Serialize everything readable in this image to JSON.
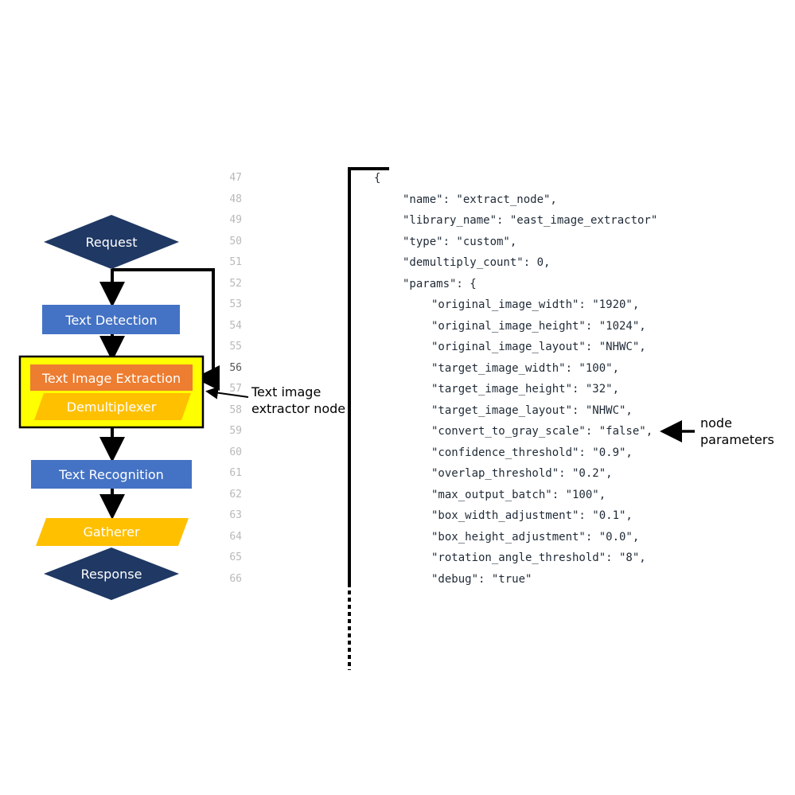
{
  "flowchart": {
    "nodes": {
      "request": "Request",
      "text_detection": "Text Detection",
      "text_image_extraction": "Text Image Extraction",
      "demultiplexer": "Demultiplexer",
      "text_recognition": "Text Recognition",
      "gatherer": "Gatherer",
      "response": "Response"
    },
    "annotations": {
      "extractor_node_line1": "Text image",
      "extractor_node_line2": "extractor node",
      "node_params_line1": "node",
      "node_params_line2": "parameters"
    },
    "colors": {
      "terminal": "#1f3864",
      "process": "#4472c4",
      "extraction": "#ed7d31",
      "parallelogram": "#ffc000",
      "highlight": "#ffff00"
    }
  },
  "code": {
    "active_line": "56",
    "lines": [
      {
        "n": "47",
        "text": "{"
      },
      {
        "n": "48",
        "text": "\"name\": \"extract_node\","
      },
      {
        "n": "49",
        "text": "\"library_name\": \"east_image_extractor\""
      },
      {
        "n": "50",
        "text": "\"type\": \"custom\","
      },
      {
        "n": "51",
        "text": "\"demultiply_count\": 0,"
      },
      {
        "n": "52",
        "text": "\"params\": {"
      },
      {
        "n": "53",
        "text": "\"original_image_width\": \"1920\","
      },
      {
        "n": "54",
        "text": "\"original_image_height\": \"1024\","
      },
      {
        "n": "55",
        "text": "\"original_image_layout\": \"NHWC\","
      },
      {
        "n": "56",
        "text": "\"target_image_width\": \"100\","
      },
      {
        "n": "57",
        "text": "\"target_image_height\": \"32\","
      },
      {
        "n": "58",
        "text": "\"target_image_layout\": \"NHWC\","
      },
      {
        "n": "59",
        "text": "\"convert_to_gray_scale\": \"false\","
      },
      {
        "n": "60",
        "text": "\"confidence_threshold\": \"0.9\","
      },
      {
        "n": "61",
        "text": "\"overlap_threshold\": \"0.2\","
      },
      {
        "n": "62",
        "text": "\"max_output_batch\": \"100\","
      },
      {
        "n": "63",
        "text": "\"box_width_adjustment\": \"0.1\","
      },
      {
        "n": "64",
        "text": "\"box_height_adjustment\": \"0.0\","
      },
      {
        "n": "65",
        "text": "\"rotation_angle_threshold\": \"8\","
      },
      {
        "n": "66",
        "text": "\"debug\": \"true\""
      }
    ]
  }
}
